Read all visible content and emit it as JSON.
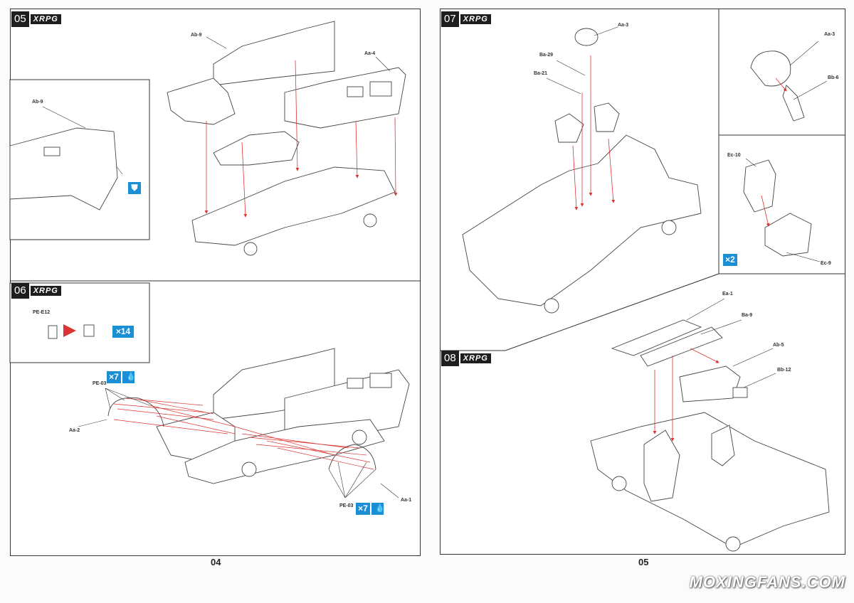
{
  "brand": "XRPG",
  "pages": {
    "left_number": "04",
    "right_number": "05"
  },
  "steps": {
    "s05": {
      "num": "05",
      "labels": {
        "ab9_top": "Ab-9",
        "aa4": "Aa-4",
        "ab9_inset": "Ab-9"
      }
    },
    "s06": {
      "num": "06",
      "labels": {
        "pe_e12": "PE-E12",
        "pe03_a": "PE-03",
        "aa2": "Aa-2",
        "pe03_b": "PE-03",
        "aa1": "Aa-1"
      },
      "badges": {
        "x14": "×14",
        "x7_a": "×7",
        "x7_b": "×7"
      }
    },
    "s07": {
      "num": "07",
      "labels": {
        "aa3": "Aa-3",
        "ba29": "Ba-29",
        "ba21": "Ba-21",
        "aa3_inset": "Aa-3",
        "bb6": "Bb-6",
        "ec10": "Ec-10",
        "ec9": "Ec-9"
      },
      "badges": {
        "x2": "×2"
      }
    },
    "s08": {
      "num": "08",
      "labels": {
        "ea1": "Ea-1",
        "ba9": "Ba-9",
        "ab5": "Ab-5",
        "bb12": "Bb-12"
      }
    }
  },
  "watermark": "MOXINGFANS.COM",
  "colors": {
    "accent": "#1a8fd6",
    "guide": "#d33",
    "line": "#333"
  }
}
